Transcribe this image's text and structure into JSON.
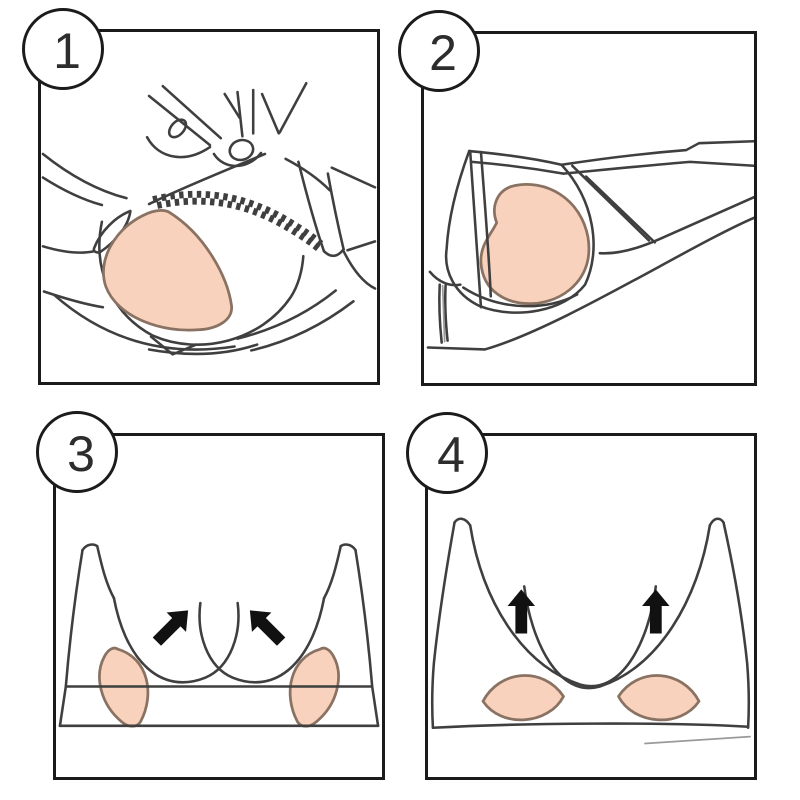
{
  "diagram": {
    "kind": "instruction-steps",
    "step_count": 4
  },
  "panels": [
    {
      "number": "1",
      "illustration": "hand-inserting-pad-into-bra-cup-pocket"
    },
    {
      "number": "2",
      "illustration": "pad-positioned-inside-cup-side-view"
    },
    {
      "number": "3",
      "illustration": "bra-front-view-push-pads-toward-center",
      "arrow_direction": "inward-diagonal"
    },
    {
      "number": "4",
      "illustration": "bra-front-view-lift-pads-upward",
      "arrow_direction": "up"
    }
  ],
  "colors": {
    "background": "#ffffff",
    "panel_border": "#1b1b1b",
    "line": "#3f3f3f",
    "pad_fill": "#f8d2bc",
    "pad_stroke": "#8a7263",
    "arrow": "#111111",
    "number_color": "#2d2d2d"
  }
}
